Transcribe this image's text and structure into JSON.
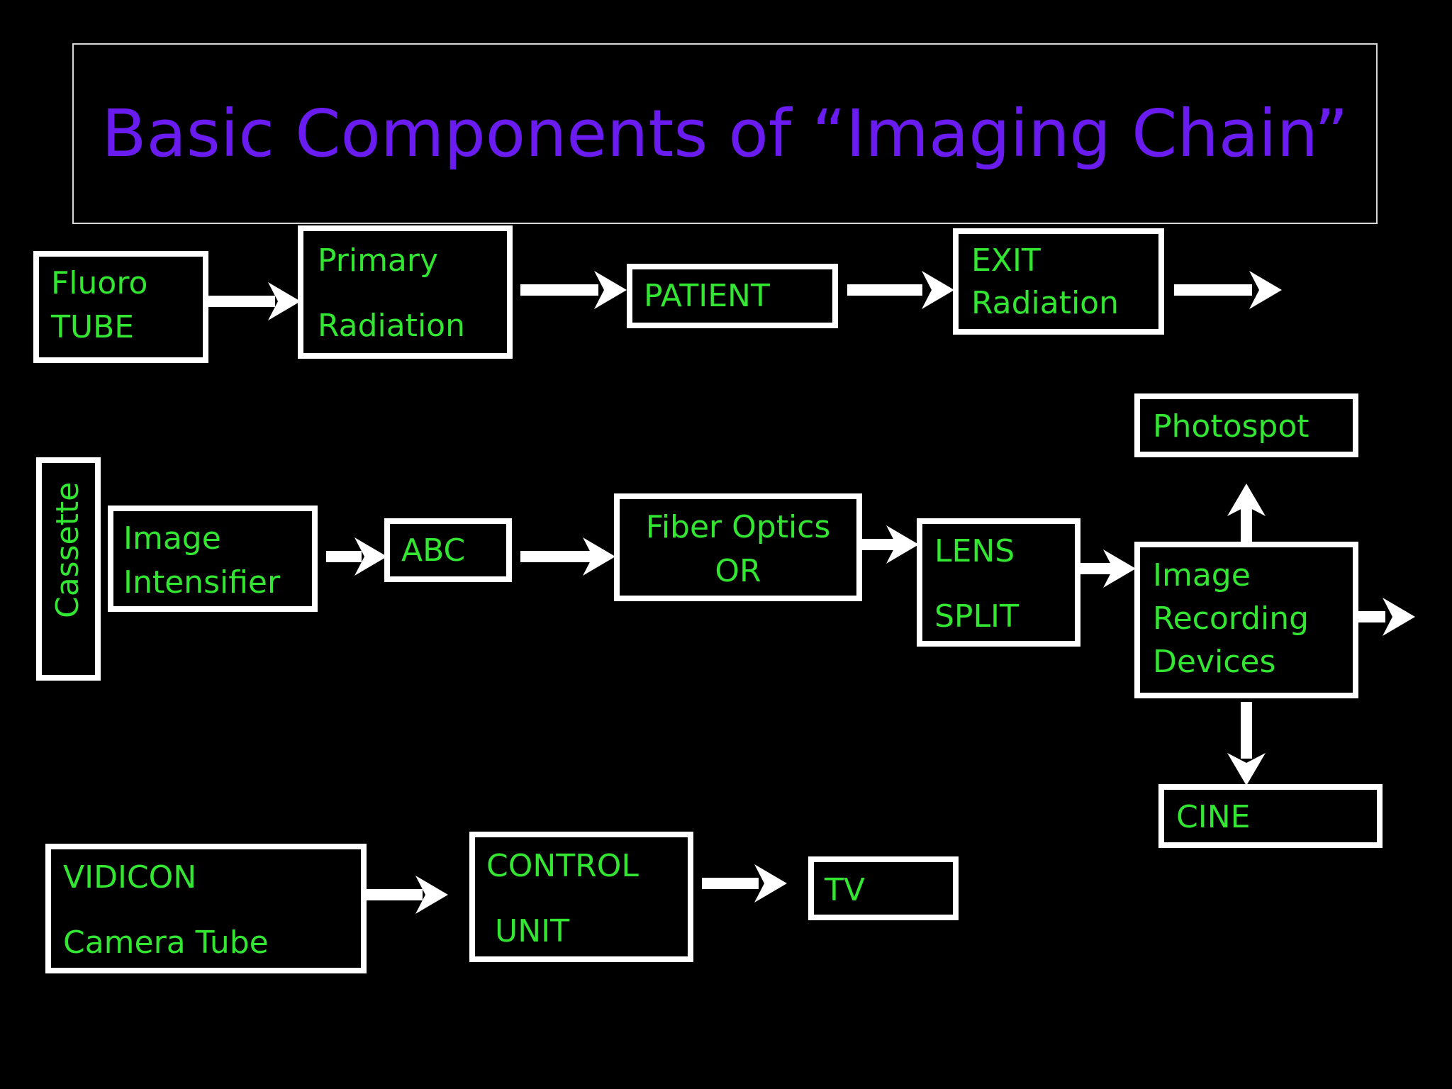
{
  "title": "Basic Components of “Imaging Chain”",
  "colors": {
    "background": "#000000",
    "title": "#6a1cf0",
    "label": "#32e632",
    "box_border": "#ffffff",
    "arrow": "#ffffff"
  },
  "row1": {
    "fluoro_tube": [
      "Fluoro",
      "TUBE"
    ],
    "primary_radiation": [
      "Primary",
      "Radiation"
    ],
    "patient": "PATIENT",
    "exit_radiation": [
      "EXIT",
      "Radiation"
    ]
  },
  "row2": {
    "cassette": "Cassette",
    "image_intensifier": [
      "Image",
      "Intensifier"
    ],
    "abc": "ABC",
    "fiber_optics": [
      "Fiber Optics",
      "OR"
    ],
    "lens_split": [
      "LENS",
      "SPLIT"
    ],
    "photospot": "Photospot",
    "image_recording_devices": [
      "Image",
      "Recording",
      "Devices"
    ],
    "cine": "CINE"
  },
  "row3": {
    "vidicon": [
      "VIDICON",
      "Camera Tube"
    ],
    "control_unit": [
      "CONTROL",
      "UNIT"
    ],
    "tv": "TV"
  }
}
